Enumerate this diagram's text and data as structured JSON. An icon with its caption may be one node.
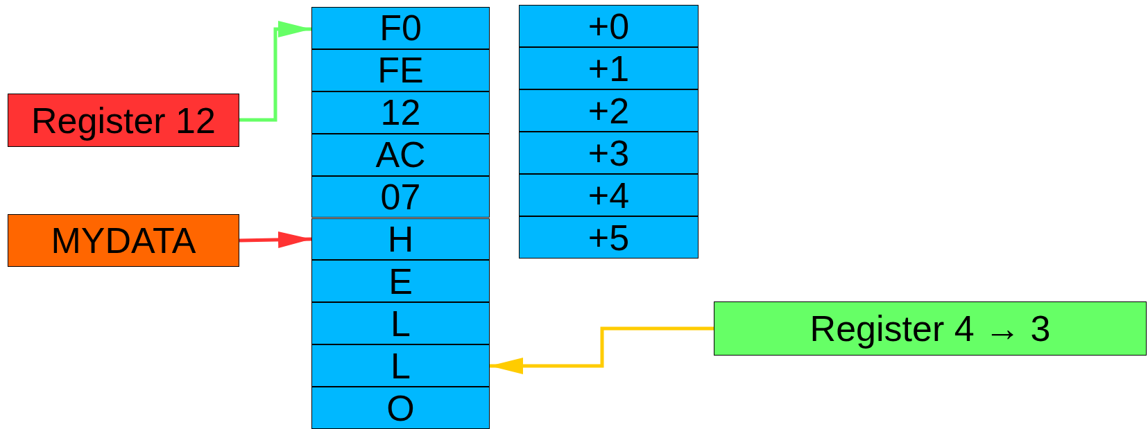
{
  "diagram": {
    "nodes": [
      {
        "text": [
          "F0"
        ]
      },
      {
        "text": [
          "FE"
        ]
      },
      {
        "text": [
          "12"
        ]
      },
      {
        "text": [
          "AC"
        ]
      },
      {
        "text": [
          "07"
        ]
      },
      {
        "text": [
          "H"
        ]
      },
      {
        "text": [
          "E"
        ]
      },
      {
        "text": [
          "L"
        ]
      },
      {
        "text": [
          "L"
        ]
      },
      {
        "text": [
          "O"
        ]
      },
      {
        "text": [
          "+0"
        ]
      },
      {
        "text": [
          "+1"
        ]
      },
      {
        "text": [
          "+2"
        ]
      },
      {
        "text": [
          "+3"
        ]
      },
      {
        "text": [
          "+4"
        ]
      },
      {
        "text": [
          "+5"
        ]
      },
      {
        "text": [
          "Register 12"
        ]
      },
      {
        "text": [
          "MYDATA"
        ]
      },
      {
        "text": [
          "Register 4 → 3"
        ]
      }
    ],
    "edges": [
      {
        "from": 16,
        "to": 0,
        "arrow": "to",
        "color": "#66ff66"
      },
      {
        "from": 17,
        "to": 5,
        "arrow": "to",
        "color": "#ff3333"
      },
      {
        "from": 18,
        "to": 8,
        "arrow": "to",
        "color": "#ffcc00"
      }
    ]
  }
}
